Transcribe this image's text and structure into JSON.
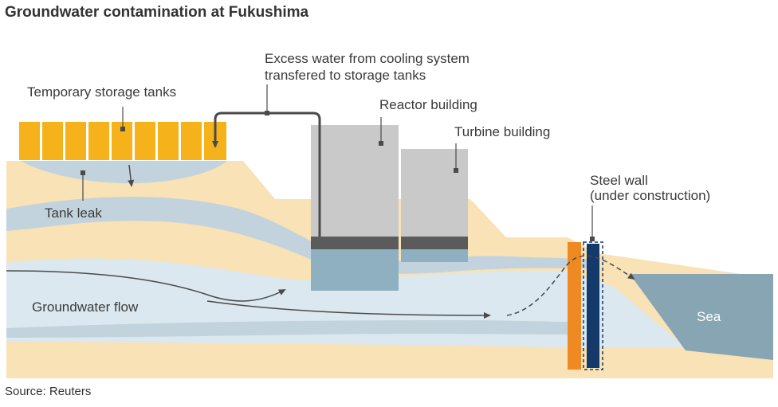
{
  "title": "Groundwater contamination at Fukushima",
  "source": "Source: Reuters",
  "labels": {
    "tanks": "Temporary storage tanks",
    "excess_line1": "Excess water from cooling system",
    "excess_line2": "transfered to storage tanks",
    "reactor": "Reactor building",
    "turbine": "Turbine building",
    "steel_line1": "Steel wall",
    "steel_line2": "(under construction)",
    "tank_leak": "Tank leak",
    "groundwater_flow": "Groundwater flow",
    "sea": "Sea"
  },
  "colors": {
    "ground": "#f8e2b6",
    "water_layer": "#dbe8f0",
    "water_band": "#c3d3dd",
    "tank": "#f6b21b",
    "building": "#c9c9c9",
    "foundation": "#5b5b5b",
    "basement_water": "#8fb0c0",
    "sea": "#87a5b3",
    "orange_wall": "#ef8a22",
    "steel_wall": "#143a6b",
    "arrow": "#4a4a4a"
  }
}
